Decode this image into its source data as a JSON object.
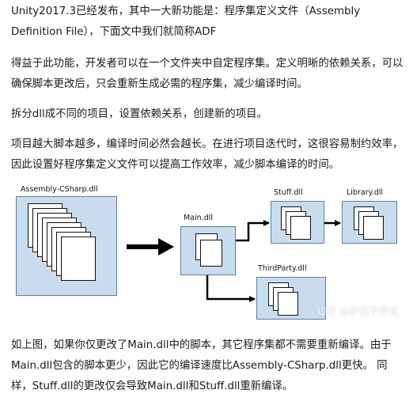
{
  "article": {
    "p1": "Unity2017.3已经发布，其中一大新功能是：程序集定义文件（Assembly Definition File），下面文中我们就简称ADF",
    "p2": "得益于此功能，开发者可以在一个文件夹中自定程序集。定义明晰的依赖关系，可以确保脚本更改后，只会重新生成必需的程序集，减少编译时间。",
    "p3": "拆分dll成不同的项目，设置依赖关系，创建新的项目。",
    "p4": "项目越大脚本越多，编译时间必然会越长。在进行项目迭代时，这很容易制约效率，因此设置好程序集定义文件可以提高工作效率，减少脚本编译的时间。",
    "p5": "如上图，如果你仅更改了Main.dll中的脚本，其它程序集都不需要重新编译。由于Main.dll包含的脚本更少，因此它的编译速度比Assembly-CSharp.dll更快。 同样，Stuff.dll的更改仅会导致Main.dll和Stuff.dll重新编译。"
  },
  "diagram": {
    "assembly_csharp": "Assembly-CSharp.dll",
    "main": "Main.dll",
    "stuff": "Stuff.dll",
    "library": "Library.dll",
    "thirdparty": "ThirdParty.dll",
    "watermark": "知乎 @炉石不传说",
    "colors": {
      "box_fill": "#c9dcee",
      "box_border": "#5a7ea6",
      "arrow": "#000000"
    }
  }
}
